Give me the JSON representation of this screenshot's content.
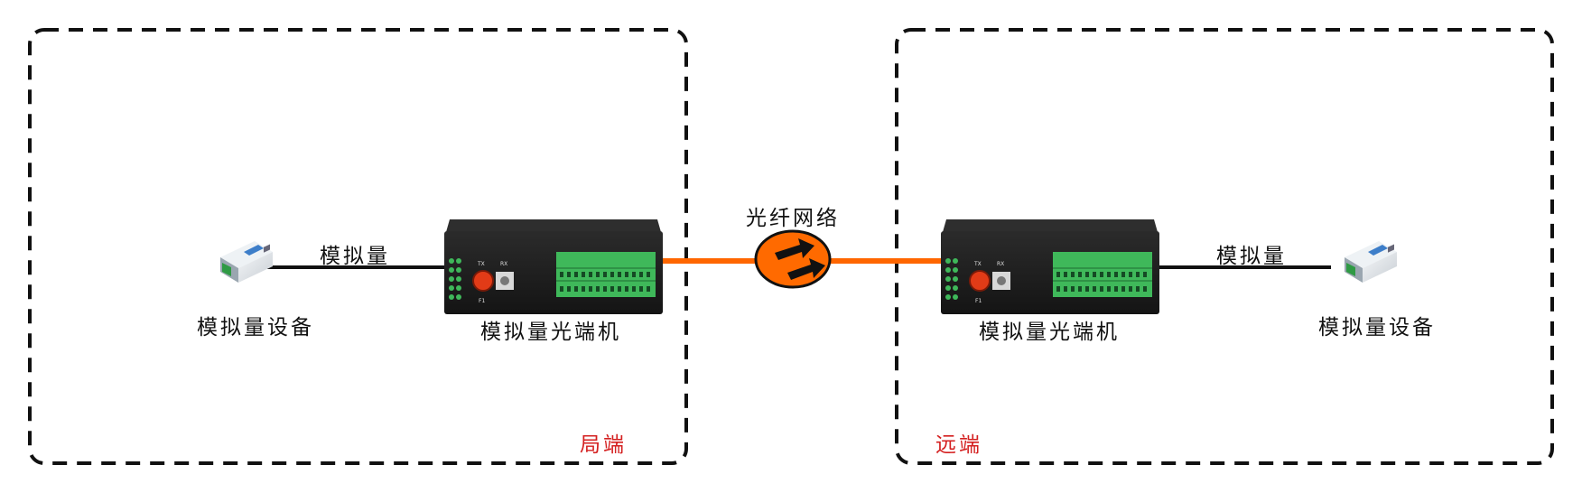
{
  "network": {
    "label": "光纤网络"
  },
  "local": {
    "zone_label": "局端",
    "device_label": "模拟量设备",
    "link_label": "模拟量",
    "transceiver_label": "模拟量光端机"
  },
  "remote": {
    "zone_label": "远端",
    "device_label": "模拟量设备",
    "link_label": "模拟量",
    "transceiver_label": "模拟量光端机"
  },
  "transceiver_panel": {
    "tx": "TX",
    "rx": "RX",
    "port": "F1"
  },
  "colors": {
    "fiber": "#ff6600",
    "cable": "#111111",
    "accent_red": "#d42020",
    "terminal_green": "#3fb85a",
    "box": "#1e1e1e"
  }
}
